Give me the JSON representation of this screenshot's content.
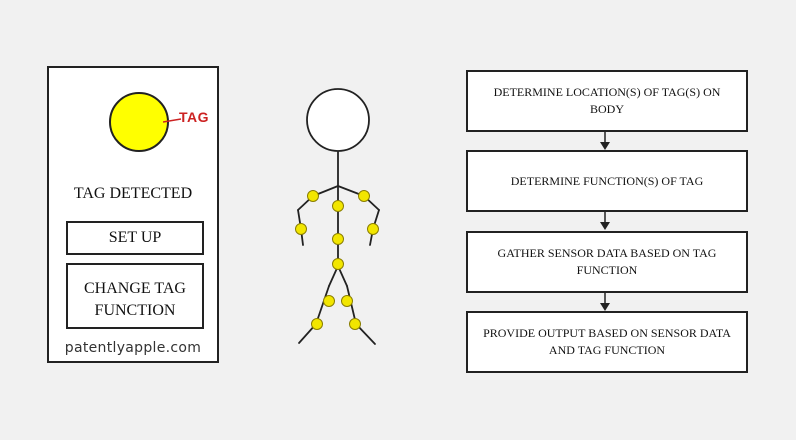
{
  "device": {
    "tag_label": "TAG",
    "status_text": "TAG DETECTED",
    "setup_button": "SET UP",
    "change_button": "CHANGE TAG FUNCTION",
    "watermark": "patentlyapple.com",
    "tag_color": "#ffff00",
    "tag_label_color": "#cc2222"
  },
  "figure": {
    "marker_color": "#f2e600"
  },
  "flowchart": {
    "steps": [
      "DETERMINE LOCATION(S) OF TAG(S) ON BODY",
      "DETERMINE  FUNCTION(S) OF TAG",
      "GATHER SENSOR DATA BASED ON TAG FUNCTION",
      "PROVIDE OUTPUT BASED ON  SENSOR DATA AND TAG FUNCTION"
    ]
  }
}
